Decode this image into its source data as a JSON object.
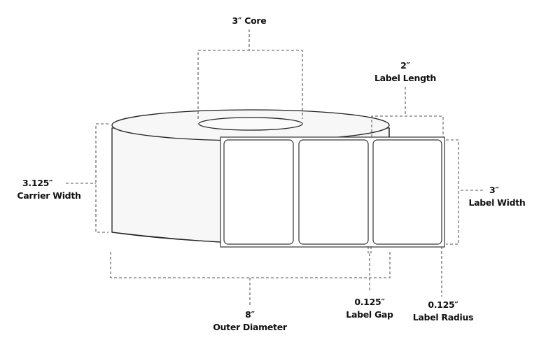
{
  "diagram": {
    "subject": "Label roll specification",
    "colors": {
      "line": "#222222",
      "dimension": "#555555",
      "roll_fill": "#f7f7f7",
      "label_fill": "#ffffff"
    },
    "dimensions": {
      "core": {
        "value": "3″",
        "name": "Core"
      },
      "core_text": "3″ Core",
      "label_length": {
        "value": "2″",
        "name": "Label Length"
      },
      "carrier_width": {
        "value": "3.125″",
        "name": "Carrier Width"
      },
      "label_width": {
        "value": "3″",
        "name": "Label Width"
      },
      "outer_diameter": {
        "value": "8″",
        "name": "Outer Diameter"
      },
      "label_gap": {
        "value": "0.125″",
        "name": "Label Gap"
      },
      "label_radius": {
        "value": "0.125″",
        "name": "Label Radius"
      }
    },
    "label_count": 3
  }
}
